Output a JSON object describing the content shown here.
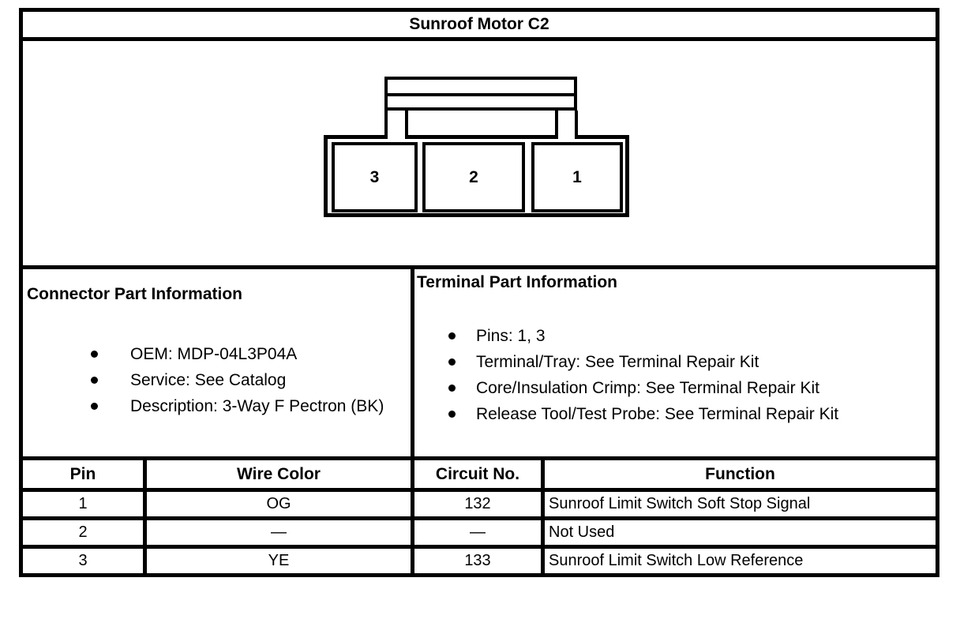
{
  "title": "Sunroof Motor C2",
  "connector": {
    "pins": [
      "3",
      "2",
      "1"
    ]
  },
  "connector_info": {
    "heading": "Connector Part Information",
    "items": [
      "OEM: MDP-04L3P04A",
      "Service: See Catalog",
      "Description: 3-Way F Pectron (BK)"
    ]
  },
  "terminal_info": {
    "heading": "Terminal Part Information",
    "items": [
      "Pins: 1, 3",
      "Terminal/Tray: See Terminal Repair Kit",
      "Core/Insulation Crimp: See Terminal Repair Kit",
      "Release Tool/Test Probe: See Terminal Repair Kit"
    ]
  },
  "pin_table": {
    "headers": [
      "Pin",
      "Wire Color",
      "Circuit No.",
      "Function"
    ],
    "rows": [
      {
        "pin": "1",
        "wire_color": "OG",
        "circuit_no": "132",
        "function": "Sunroof Limit Switch Soft Stop Signal"
      },
      {
        "pin": "2",
        "wire_color": "—",
        "circuit_no": "—",
        "function": "Not Used"
      },
      {
        "pin": "3",
        "wire_color": "YE",
        "circuit_no": "133",
        "function": "Sunroof Limit Switch Low Reference"
      }
    ]
  },
  "colors": {
    "line": "#000000",
    "background": "#ffffff"
  }
}
